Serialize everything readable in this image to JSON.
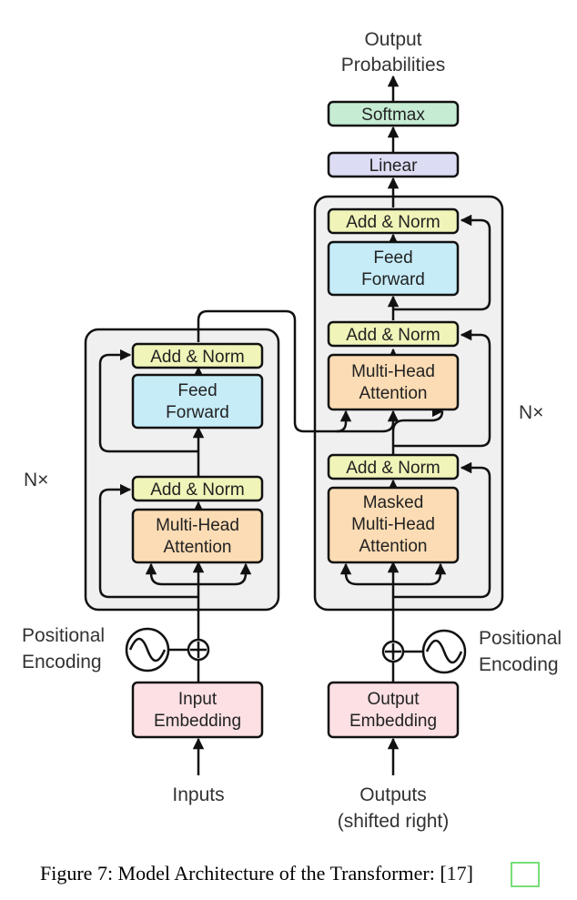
{
  "encoder": {
    "nx": "N×",
    "add_norm_top": "Add & Norm",
    "ff_line1": "Feed",
    "ff_line2": "Forward",
    "add_norm_bottom": "Add & Norm",
    "mha_line1": "Multi-Head",
    "mha_line2": "Attention",
    "pos_line1": "Positional",
    "pos_line2": "Encoding",
    "emb_line1": "Input",
    "emb_line2": "Embedding",
    "input_label": "Inputs"
  },
  "decoder": {
    "nx": "N×",
    "add_norm_top": "Add & Norm",
    "ff_line1": "Feed",
    "ff_line2": "Forward",
    "add_norm_mid": "Add & Norm",
    "mha_line1": "Multi-Head",
    "mha_line2": "Attention",
    "add_norm_bottom": "Add & Norm",
    "masked_line1": "Masked",
    "masked_line2": "Multi-Head",
    "masked_line3": "Attention",
    "pos_line1": "Positional",
    "pos_line2": "Encoding",
    "emb_line1": "Output",
    "emb_line2": "Embedding",
    "input_line1": "Outputs",
    "input_line2": "(shifted right)"
  },
  "head": {
    "linear": "Linear",
    "softmax": "Softmax",
    "out_line1": "Output",
    "out_line2": "Probabilities"
  },
  "caption": {
    "text": "Figure 7: Model Architecture of the Transformer: ",
    "ref_open": "[",
    "ref": "17",
    "ref_close": "]"
  },
  "colors": {
    "add_norm": "#f0f4b8",
    "feed_forward": "#c6ecf8",
    "attention": "#fcdcb4",
    "embedding": "#fce0e4",
    "linear": "#dcdcf4",
    "softmax": "#c6ecd4",
    "block_bg": "#f0f0f0"
  }
}
